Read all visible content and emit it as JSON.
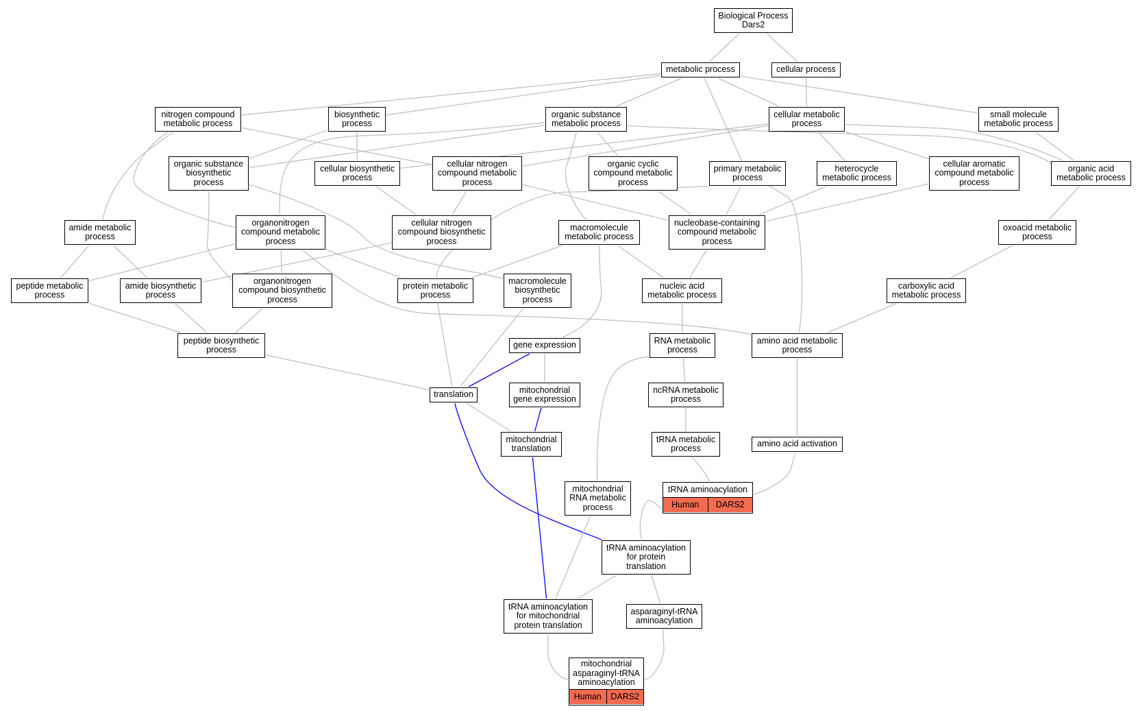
{
  "colors": {
    "edge_default": "#C0C0C0",
    "edge_highlight": "#0000FF",
    "annotation_fill": "#F26A50",
    "node_border": "#000000",
    "node_fill": "#FFFFFF"
  },
  "nodes": {
    "bp_root": {
      "lines": [
        "Biological Process",
        "Dars2"
      ]
    },
    "metabolic_process": {
      "lines": [
        "metabolic process"
      ]
    },
    "cellular_process": {
      "lines": [
        "cellular process"
      ]
    },
    "nitrogen_compound_metabolic_process": {
      "lines": [
        "nitrogen compound",
        "metabolic process"
      ]
    },
    "biosynthetic_process": {
      "lines": [
        "biosynthetic",
        "process"
      ]
    },
    "organic_substance_metabolic_process": {
      "lines": [
        "organic substance",
        "metabolic process"
      ]
    },
    "cellular_metabolic_process": {
      "lines": [
        "cellular metabolic",
        "process"
      ]
    },
    "small_molecule_metabolic_process": {
      "lines": [
        "small molecule",
        "metabolic process"
      ]
    },
    "organic_substance_biosynthetic_process": {
      "lines": [
        "organic substance",
        "biosynthetic",
        "process"
      ]
    },
    "cellular_biosynthetic_process": {
      "lines": [
        "cellular biosynthetic",
        "process"
      ]
    },
    "cellular_nitrogen_compound_metabolic_process": {
      "lines": [
        "cellular nitrogen",
        "compound metabolic",
        "process"
      ]
    },
    "organic_cyclic_compound_metabolic_process": {
      "lines": [
        "organic cyclic",
        "compound metabolic",
        "process"
      ]
    },
    "primary_metabolic_process": {
      "lines": [
        "primary metabolic",
        "process"
      ]
    },
    "heterocycle_metabolic_process": {
      "lines": [
        "heterocycle",
        "metabolic process"
      ]
    },
    "cellular_aromatic_compound_metabolic_process": {
      "lines": [
        "cellular aromatic",
        "compound metabolic",
        "process"
      ]
    },
    "organic_acid_metabolic_process": {
      "lines": [
        "organic acid",
        "metabolic process"
      ]
    },
    "amide_metabolic_process": {
      "lines": [
        "amide metabolic",
        "process"
      ]
    },
    "organonitrogen_compound_metabolic_process": {
      "lines": [
        "organonitrogen",
        "compound metabolic",
        "process"
      ]
    },
    "cellular_nitrogen_compound_biosynthetic_process": {
      "lines": [
        "cellular nitrogen",
        "compound biosynthetic",
        "process"
      ]
    },
    "macromolecule_metabolic_process": {
      "lines": [
        "macromolecule",
        "metabolic process"
      ]
    },
    "nucleobase_containing_compound_metabolic_process": {
      "lines": [
        "nucleobase-containing",
        "compound metabolic",
        "process"
      ]
    },
    "oxoacid_metabolic_process": {
      "lines": [
        "oxoacid metabolic",
        "process"
      ]
    },
    "peptide_metabolic_process": {
      "lines": [
        "peptide metabolic",
        "process"
      ]
    },
    "amide_biosynthetic_process": {
      "lines": [
        "amide biosynthetic",
        "process"
      ]
    },
    "organonitrogen_compound_biosynthetic_process": {
      "lines": [
        "organonitrogen",
        "compound biosynthetic",
        "process"
      ]
    },
    "protein_metabolic_process": {
      "lines": [
        "protein metabolic",
        "process"
      ]
    },
    "macromolecule_biosynthetic_process": {
      "lines": [
        "macromolecule",
        "biosynthetic",
        "process"
      ]
    },
    "nucleic_acid_metabolic_process": {
      "lines": [
        "nucleic acid",
        "metabolic process"
      ]
    },
    "carboxylic_acid_metabolic_process": {
      "lines": [
        "carboxylic acid",
        "metabolic process"
      ]
    },
    "peptide_biosynthetic_process": {
      "lines": [
        "peptide biosynthetic",
        "process"
      ]
    },
    "gene_expression": {
      "lines": [
        "gene expression"
      ]
    },
    "rna_metabolic_process": {
      "lines": [
        "RNA metabolic",
        "process"
      ]
    },
    "amino_acid_metabolic_process": {
      "lines": [
        "amino acid metabolic",
        "process"
      ]
    },
    "translation": {
      "lines": [
        "translation"
      ]
    },
    "mitochondrial_gene_expression": {
      "lines": [
        "mitochondrial",
        "gene expression"
      ]
    },
    "ncrna_metabolic_process": {
      "lines": [
        "ncRNA metabolic",
        "process"
      ]
    },
    "mitochondrial_translation": {
      "lines": [
        "mitochondrial",
        "translation"
      ]
    },
    "trna_metabolic_process": {
      "lines": [
        "tRNA metabolic",
        "process"
      ]
    },
    "amino_acid_activation": {
      "lines": [
        "amino acid activation"
      ]
    },
    "mitochondrial_rna_metabolic_process": {
      "lines": [
        "mitochondrial",
        "RNA metabolic",
        "process"
      ]
    },
    "trna_aminoacylation": {
      "lines": [
        "tRNA aminoacylation"
      ],
      "annotations": [
        "Human",
        "DARS2"
      ]
    },
    "trna_aminoacylation_for_protein_translation": {
      "lines": [
        "tRNA aminoacylation",
        "for protein",
        "translation"
      ]
    },
    "trna_aminoacylation_for_mitochondrial_protein_translation": {
      "lines": [
        "tRNA aminoacylation",
        "for mitochondrial",
        "protein translation"
      ]
    },
    "asparaginyl_trna_aminoacylation": {
      "lines": [
        "asparaginyl-tRNA",
        "aminoacylation"
      ]
    },
    "mitochondrial_asparaginyl_trna_aminoacylation": {
      "lines": [
        "mitochondrial",
        "asparaginyl-tRNA",
        "aminoacylation"
      ],
      "annotations": [
        "Human",
        "DARS2"
      ]
    }
  },
  "edges": [
    {
      "from": "metabolic_process",
      "to": "bp_root",
      "color": "gray"
    },
    {
      "from": "cellular_process",
      "to": "bp_root",
      "color": "gray"
    },
    {
      "from": "cellular_metabolic_process",
      "to": "cellular_process",
      "color": "gray"
    },
    {
      "from": "nitrogen_compound_metabolic_process",
      "to": "metabolic_process",
      "color": "gray"
    },
    {
      "from": "biosynthetic_process",
      "to": "metabolic_process",
      "color": "gray"
    },
    {
      "from": "organic_substance_metabolic_process",
      "to": "metabolic_process",
      "color": "gray"
    },
    {
      "from": "primary_metabolic_process",
      "to": "metabolic_process",
      "color": "gray"
    },
    {
      "from": "cellular_metabolic_process",
      "to": "metabolic_process",
      "color": "gray"
    },
    {
      "from": "small_molecule_metabolic_process",
      "to": "metabolic_process",
      "color": "gray"
    },
    {
      "from": "organic_substance_biosynthetic_process",
      "to": "biosynthetic_process",
      "color": "gray"
    },
    {
      "from": "cellular_biosynthetic_process",
      "to": "biosynthetic_process",
      "color": "gray"
    },
    {
      "from": "organic_substance_biosynthetic_process",
      "to": "organic_substance_metabolic_process",
      "color": "gray"
    },
    {
      "from": "organic_cyclic_compound_metabolic_process",
      "to": "organic_substance_metabolic_process",
      "color": "gray"
    },
    {
      "from": "macromolecule_metabolic_process",
      "to": "organic_substance_metabolic_process",
      "color": "gray"
    },
    {
      "from": "organonitrogen_compound_metabolic_process",
      "to": "organic_substance_metabolic_process",
      "color": "gray"
    },
    {
      "from": "organic_acid_metabolic_process",
      "to": "organic_substance_metabolic_process",
      "color": "gray"
    },
    {
      "from": "cellular_nitrogen_compound_metabolic_process",
      "to": "nitrogen_compound_metabolic_process",
      "color": "gray"
    },
    {
      "from": "organonitrogen_compound_metabolic_process",
      "to": "nitrogen_compound_metabolic_process",
      "color": "gray"
    },
    {
      "from": "amide_metabolic_process",
      "to": "nitrogen_compound_metabolic_process",
      "color": "gray"
    },
    {
      "from": "cellular_biosynthetic_process",
      "to": "cellular_metabolic_process",
      "color": "gray"
    },
    {
      "from": "cellular_nitrogen_compound_metabolic_process",
      "to": "cellular_metabolic_process",
      "color": "gray"
    },
    {
      "from": "heterocycle_metabolic_process",
      "to": "cellular_metabolic_process",
      "color": "gray"
    },
    {
      "from": "cellular_aromatic_compound_metabolic_process",
      "to": "cellular_metabolic_process",
      "color": "gray"
    },
    {
      "from": "organic_acid_metabolic_process",
      "to": "cellular_metabolic_process",
      "color": "gray"
    },
    {
      "from": "organic_acid_metabolic_process",
      "to": "small_molecule_metabolic_process",
      "color": "gray"
    },
    {
      "from": "cellular_nitrogen_compound_biosynthetic_process",
      "to": "cellular_biosynthetic_process",
      "color": "gray"
    },
    {
      "from": "cellular_nitrogen_compound_biosynthetic_process",
      "to": "cellular_nitrogen_compound_metabolic_process",
      "color": "gray"
    },
    {
      "from": "nucleobase_containing_compound_metabolic_process",
      "to": "cellular_nitrogen_compound_metabolic_process",
      "color": "gray"
    },
    {
      "from": "nucleobase_containing_compound_metabolic_process",
      "to": "organic_cyclic_compound_metabolic_process",
      "color": "gray"
    },
    {
      "from": "nucleobase_containing_compound_metabolic_process",
      "to": "primary_metabolic_process",
      "color": "gray"
    },
    {
      "from": "nucleobase_containing_compound_metabolic_process",
      "to": "heterocycle_metabolic_process",
      "color": "gray"
    },
    {
      "from": "nucleobase_containing_compound_metabolic_process",
      "to": "cellular_aromatic_compound_metabolic_process",
      "color": "gray"
    },
    {
      "from": "oxoacid_metabolic_process",
      "to": "organic_acid_metabolic_process",
      "color": "gray"
    },
    {
      "from": "peptide_metabolic_process",
      "to": "amide_metabolic_process",
      "color": "gray"
    },
    {
      "from": "amide_biosynthetic_process",
      "to": "amide_metabolic_process",
      "color": "gray"
    },
    {
      "from": "peptide_metabolic_process",
      "to": "organonitrogen_compound_metabolic_process",
      "color": "gray"
    },
    {
      "from": "organonitrogen_compound_biosynthetic_process",
      "to": "organonitrogen_compound_metabolic_process",
      "color": "gray"
    },
    {
      "from": "protein_metabolic_process",
      "to": "organonitrogen_compound_metabolic_process",
      "color": "gray"
    },
    {
      "from": "amino_acid_metabolic_process",
      "to": "organonitrogen_compound_metabolic_process",
      "color": "gray"
    },
    {
      "from": "amide_biosynthetic_process",
      "to": "cellular_nitrogen_compound_biosynthetic_process",
      "color": "gray"
    },
    {
      "from": "organonitrogen_compound_biosynthetic_process",
      "to": "organic_substance_biosynthetic_process",
      "color": "gray"
    },
    {
      "from": "macromolecule_biosynthetic_process",
      "to": "organic_substance_biosynthetic_process",
      "color": "gray"
    },
    {
      "from": "protein_metabolic_process",
      "to": "primary_metabolic_process",
      "color": "gray"
    },
    {
      "from": "protein_metabolic_process",
      "to": "macromolecule_metabolic_process",
      "color": "gray"
    },
    {
      "from": "nucleic_acid_metabolic_process",
      "to": "macromolecule_metabolic_process",
      "color": "gray"
    },
    {
      "from": "gene_expression",
      "to": "macromolecule_metabolic_process",
      "color": "gray"
    },
    {
      "from": "nucleic_acid_metabolic_process",
      "to": "nucleobase_containing_compound_metabolic_process",
      "color": "gray"
    },
    {
      "from": "carboxylic_acid_metabolic_process",
      "to": "oxoacid_metabolic_process",
      "color": "gray"
    },
    {
      "from": "peptide_biosynthetic_process",
      "to": "peptide_metabolic_process",
      "color": "gray"
    },
    {
      "from": "peptide_biosynthetic_process",
      "to": "amide_biosynthetic_process",
      "color": "gray"
    },
    {
      "from": "peptide_biosynthetic_process",
      "to": "organonitrogen_compound_biosynthetic_process",
      "color": "gray"
    },
    {
      "from": "rna_metabolic_process",
      "to": "nucleic_acid_metabolic_process",
      "color": "gray"
    },
    {
      "from": "amino_acid_metabolic_process",
      "to": "carboxylic_acid_metabolic_process",
      "color": "gray"
    },
    {
      "from": "amino_acid_metabolic_process",
      "to": "primary_metabolic_process",
      "color": "gray"
    },
    {
      "from": "translation",
      "to": "peptide_biosynthetic_process",
      "color": "gray"
    },
    {
      "from": "translation",
      "to": "protein_metabolic_process",
      "color": "gray"
    },
    {
      "from": "translation",
      "to": "macromolecule_biosynthetic_process",
      "color": "gray"
    },
    {
      "from": "translation",
      "to": "gene_expression",
      "color": "blue"
    },
    {
      "from": "mitochondrial_gene_expression",
      "to": "gene_expression",
      "color": "gray"
    },
    {
      "from": "ncrna_metabolic_process",
      "to": "rna_metabolic_process",
      "color": "gray"
    },
    {
      "from": "mitochondrial_rna_metabolic_process",
      "to": "rna_metabolic_process",
      "color": "gray"
    },
    {
      "from": "mitochondrial_translation",
      "to": "translation",
      "color": "gray"
    },
    {
      "from": "mitochondrial_translation",
      "to": "mitochondrial_gene_expression",
      "color": "blue"
    },
    {
      "from": "trna_metabolic_process",
      "to": "ncrna_metabolic_process",
      "color": "gray"
    },
    {
      "from": "amino_acid_activation",
      "to": "amino_acid_metabolic_process",
      "color": "gray"
    },
    {
      "from": "trna_aminoacylation",
      "to": "trna_metabolic_process",
      "color": "gray"
    },
    {
      "from": "trna_aminoacylation",
      "to": "amino_acid_activation",
      "color": "gray"
    },
    {
      "from": "trna_aminoacylation_for_protein_translation",
      "to": "trna_aminoacylation",
      "color": "gray"
    },
    {
      "from": "trna_aminoacylation_for_protein_translation",
      "to": "translation",
      "color": "blue"
    },
    {
      "from": "trna_aminoacylation_for_mitochondrial_protein_translation",
      "to": "mitochondrial_translation",
      "color": "blue"
    },
    {
      "from": "trna_aminoacylation_for_mitochondrial_protein_translation",
      "to": "mitochondrial_rna_metabolic_process",
      "color": "gray"
    },
    {
      "from": "trna_aminoacylation_for_mitochondrial_protein_translation",
      "to": "trna_aminoacylation_for_protein_translation",
      "color": "gray"
    },
    {
      "from": "asparaginyl_trna_aminoacylation",
      "to": "trna_aminoacylation_for_protein_translation",
      "color": "gray"
    },
    {
      "from": "mitochondrial_asparaginyl_trna_aminoacylation",
      "to": "trna_aminoacylation_for_mitochondrial_protein_translation",
      "color": "gray"
    },
    {
      "from": "mitochondrial_asparaginyl_trna_aminoacylation",
      "to": "asparaginyl_trna_aminoacylation",
      "color": "gray"
    }
  ]
}
